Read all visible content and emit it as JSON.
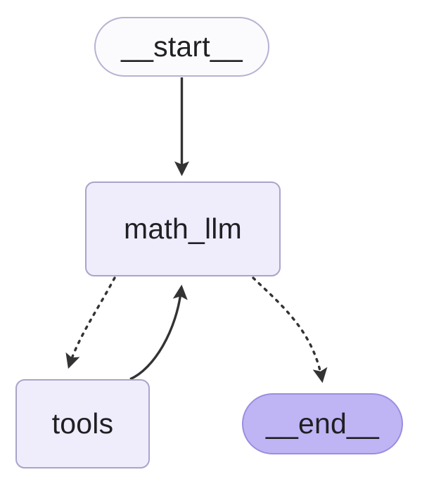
{
  "diagram": {
    "type": "flowchart",
    "direction": "top-down",
    "background": "#ffffff",
    "nodes": [
      {
        "id": "start",
        "label": "__start__",
        "shape": "stadium",
        "fill": "#fbfbfd",
        "stroke": "#b7b2d4",
        "text_color": "#1f2023"
      },
      {
        "id": "math_llm",
        "label": "math_llm",
        "shape": "rounded-rect",
        "fill": "#efedfb",
        "stroke": "#a9a4ca",
        "text_color": "#1f2023"
      },
      {
        "id": "tools",
        "label": "tools",
        "shape": "rounded-rect",
        "fill": "#efedfb",
        "stroke": "#a9a4ca",
        "text_color": "#1f2023"
      },
      {
        "id": "end",
        "label": "__end__",
        "shape": "stadium",
        "fill": "#bfb5f4",
        "stroke": "#9a8ee0",
        "text_color": "#1f2023"
      }
    ],
    "edges": [
      {
        "id": "start-to-math-llm",
        "from": "start",
        "to": "math_llm",
        "style": "solid",
        "arrow": true,
        "label": "",
        "color": "#333333"
      },
      {
        "id": "math-llm-to-tools",
        "from": "math_llm",
        "to": "tools",
        "style": "dotted",
        "arrow": true,
        "label": "",
        "color": "#333333"
      },
      {
        "id": "tools-to-math-llm",
        "from": "tools",
        "to": "math_llm",
        "style": "solid",
        "arrow": true,
        "label": "",
        "color": "#333333"
      },
      {
        "id": "math-llm-to-end",
        "from": "math_llm",
        "to": "end",
        "style": "dotted",
        "arrow": true,
        "label": "",
        "color": "#333333"
      }
    ]
  }
}
